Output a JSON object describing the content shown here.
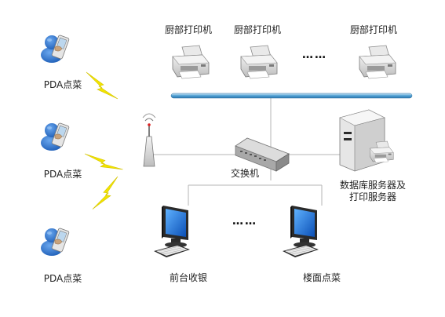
{
  "labels": {
    "printer_1": "厨部打印机",
    "printer_2": "厨部打印机",
    "printer_3": "厨部打印机",
    "pda_1": "PDA点菜",
    "pda_2": "PDA点菜",
    "pda_3": "PDA点菜",
    "switch": "交换机",
    "server_line1": "数据库服务器及",
    "server_line2": "打印服务器",
    "pc_1": "前台收银",
    "pc_2": "楼面点菜",
    "ellipsis_printers": "……",
    "ellipsis_pcs": "……"
  },
  "colors": {
    "bus": "#5aa6d6",
    "lightning": "#f2e400",
    "person": "#2a6fc9",
    "monitor_screen": "#1d6fd8"
  },
  "icons": {
    "printer": "printer-icon",
    "pda_user": "pda-user-icon",
    "antenna": "wireless-access-point-icon",
    "switch": "network-switch-icon",
    "server": "server-icon",
    "pc": "desktop-computer-icon",
    "lightning": "lightning-icon"
  }
}
